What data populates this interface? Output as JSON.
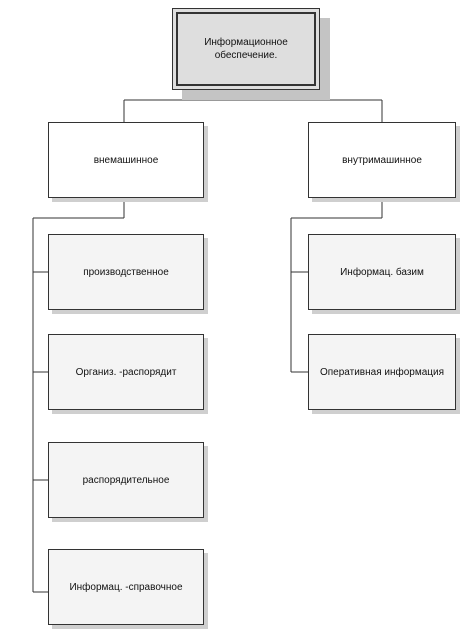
{
  "diagram": {
    "root": {
      "label": "Информационное\nобеспечение."
    },
    "branches": [
      {
        "label": "внемашинное",
        "children": [
          "производственное",
          "Организ. -распорядит",
          "распорядительное",
          "Информац. -справочное"
        ]
      },
      {
        "label": "внутримашинное",
        "children": [
          "Информац. базим",
          "Оперативная информация"
        ]
      }
    ],
    "colors": {
      "line": "#333333",
      "root_fill": "#dedede",
      "child_fill": "#f4f4f4",
      "shadow": "#c4c4c4"
    }
  }
}
